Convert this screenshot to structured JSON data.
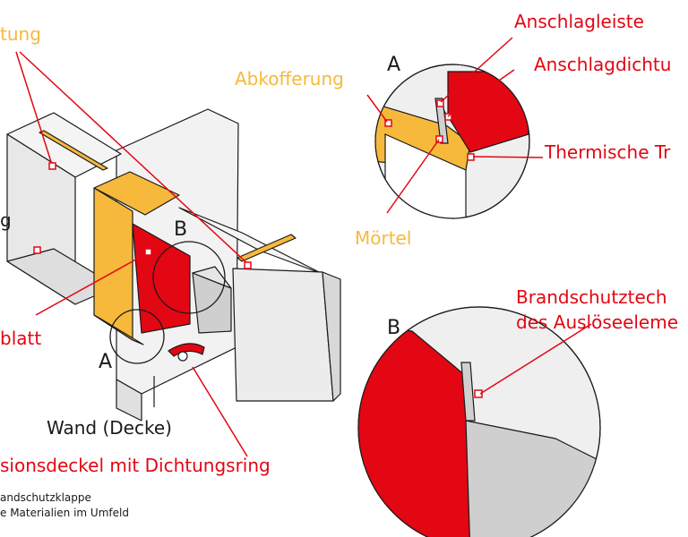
{
  "labels": {
    "tung": "tung",
    "g": "g",
    "blatt": "blatt",
    "abkofferung": "Abkofferung",
    "moertel": "Mörtel",
    "anschlagleiste": "Anschlagleiste",
    "anschlagdichtu": "Anschlagdichtu",
    "thermische": "Thermische Tr",
    "brand1": "Brandschutztech",
    "brand2": "des Auslöseeleme",
    "wand": "Wand (Decke)",
    "revision": "sionsdeckel mit Dichtungsring",
    "legend1": "andschutzklappe",
    "legend2": "e Materialien im Umfeld",
    "detail_a": "A",
    "detail_b": "B",
    "marker_a": "A",
    "marker_b": "B"
  },
  "colors": {
    "red": "#e30613",
    "yellow": "#f6b93b",
    "grey": "#d9d9d9",
    "light": "#efefef",
    "dark": "#1a1a1a"
  }
}
